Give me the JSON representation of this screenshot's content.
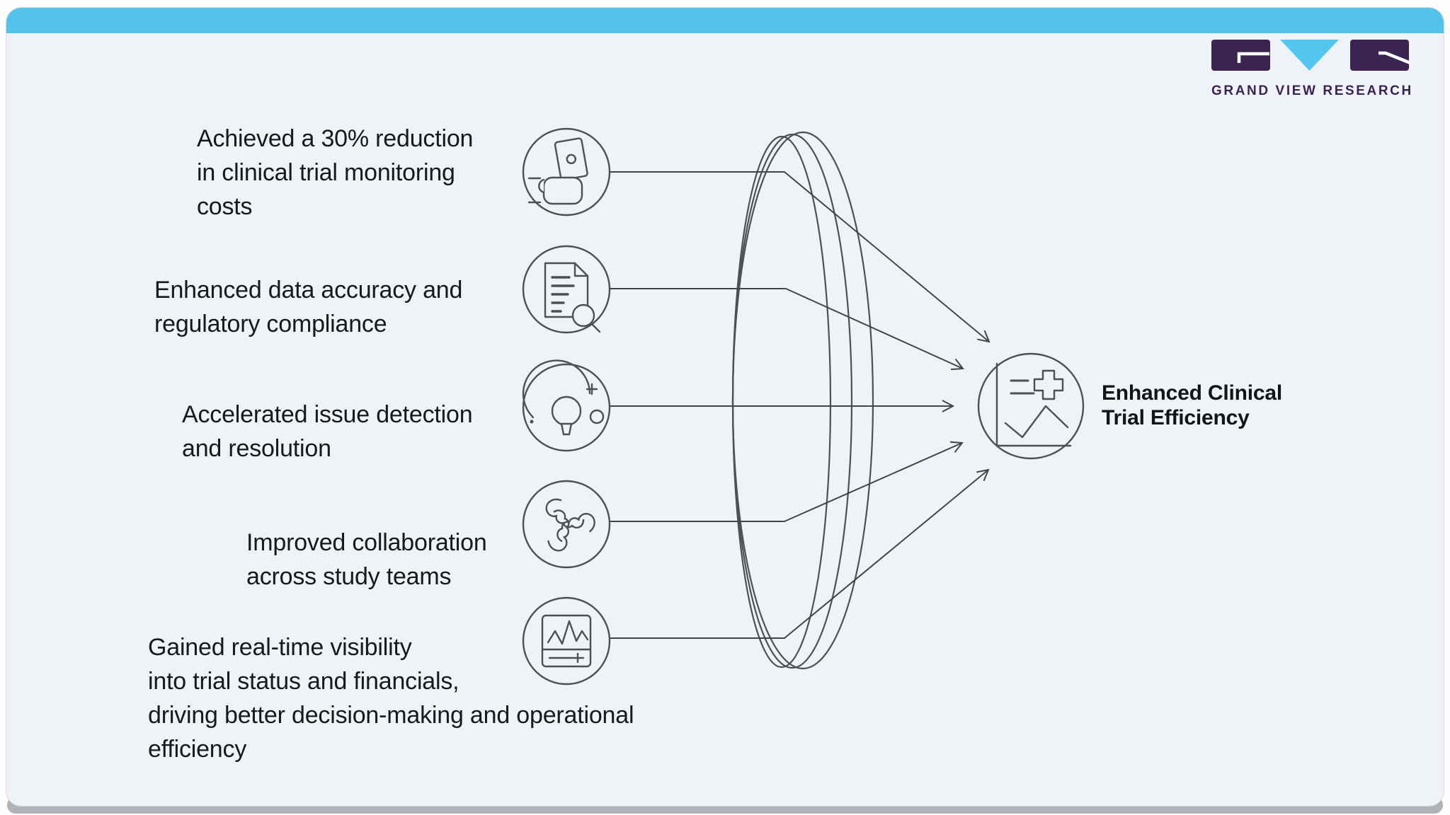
{
  "page": {
    "background": "#fdfdfd",
    "card_background": "#eff3f8",
    "top_bar_color": "#54c3ec",
    "bottom_edge_color": "#b1b3b6"
  },
  "logo": {
    "text": "GRAND VIEW RESEARCH",
    "purple": "#3b2452",
    "cyan": "#53c7f0"
  },
  "colors": {
    "line": "#41464c",
    "icon_stroke": "#4c5157",
    "text": "#17191c"
  },
  "items": [
    {
      "icon": "hand-money-icon",
      "text": "Achieved a 30% reduction\nin clinical trial monitoring\ncosts"
    },
    {
      "icon": "document-search-icon",
      "text": "Enhanced data accuracy and\nregulatory compliance"
    },
    {
      "icon": "idea-detection-icon",
      "text": "Accelerated issue detection\nand resolution"
    },
    {
      "icon": "collaboration-icon",
      "text": "Improved collaboration\nacross study teams"
    },
    {
      "icon": "monitor-waveform-icon",
      "text": "Gained real-time visibility\ninto trial status and financials,\ndriving better decision-making and operational\nefficiency"
    }
  ],
  "result": {
    "icon": "efficiency-chart-icon",
    "label": "Enhanced Clinical\nTrial Efficiency"
  }
}
